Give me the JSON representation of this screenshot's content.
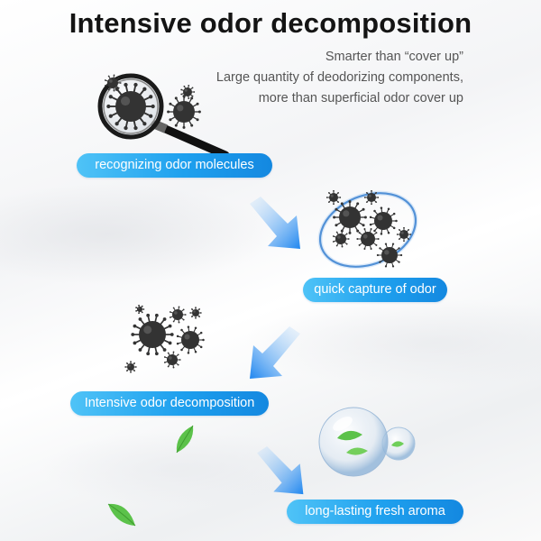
{
  "title": "Intensive odor decomposition",
  "subtitle_lines": [
    "Smarter than “cover up”",
    "Large quantity of deodorizing components,",
    "more than superficial odor cover up"
  ],
  "steps": [
    {
      "label": "recognizing odor molecules",
      "icon": "magnifier-icon"
    },
    {
      "label": "quick capture of odor",
      "icon": "capture-ring-icon"
    },
    {
      "label": "Intensive odor decomposition",
      "icon": "odor-molecules-icon"
    },
    {
      "label": "long-lasting fresh aroma",
      "icon": "water-bubble-icon"
    }
  ],
  "colors": {
    "accent": "#1ea0ee",
    "arrow": "#2f8ff0",
    "molecule": "#333333",
    "leaf": "#5cc24a"
  }
}
